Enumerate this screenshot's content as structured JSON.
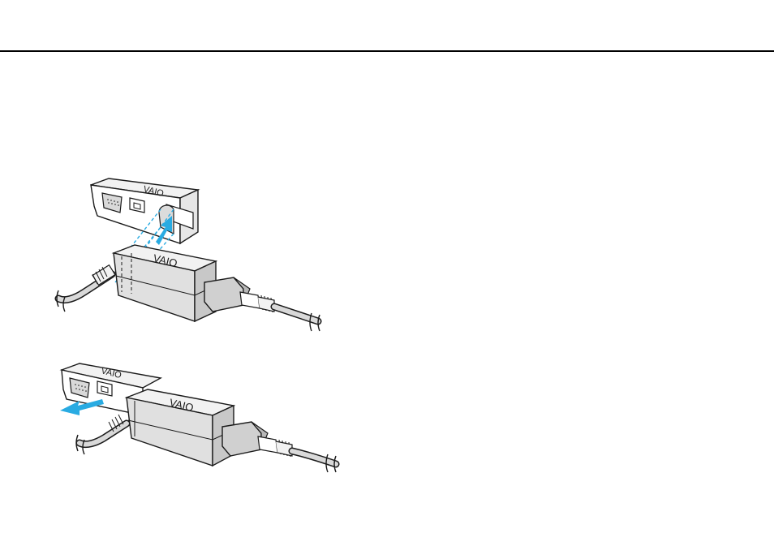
{
  "illustrations": {
    "attach": {
      "hub_logo": "VAIO",
      "adapter_logo": "VAIO",
      "arrow_color": "#29abe2",
      "guide_color": "#29abe2"
    },
    "detach": {
      "hub_logo": "VAIO",
      "adapter_logo": "VAIO",
      "arrow_color": "#29abe2"
    }
  },
  "colors": {
    "rule": "#000000",
    "outline": "#1a1a1a",
    "light_fill": "#f2f2f2",
    "mid_fill": "#d9d9d9",
    "dark_fill": "#b8b8b8"
  }
}
